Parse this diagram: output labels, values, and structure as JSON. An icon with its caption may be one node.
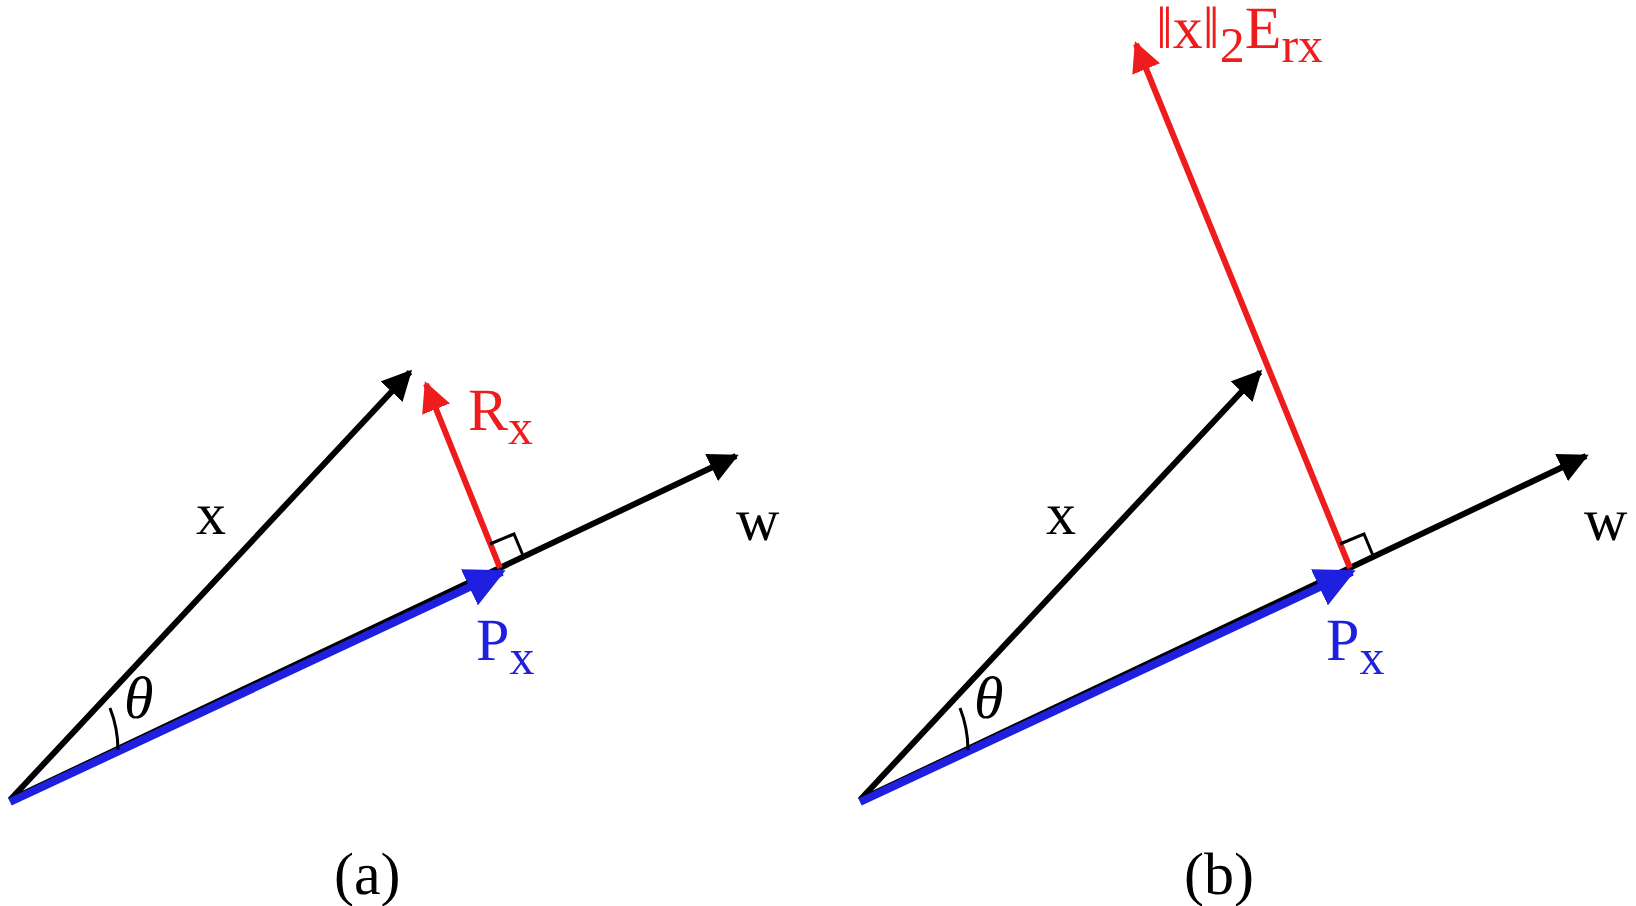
{
  "diagram": {
    "labels": [
      "x",
      "R$_{x}$",
      "w",
      "θ",
      "P$_{x}$",
      "(a)",
      "‖x‖$_{2}$E$_{rx}$",
      "x",
      "w",
      "θ",
      "P$_{x}$",
      "(b)"
    ]
  }
}
